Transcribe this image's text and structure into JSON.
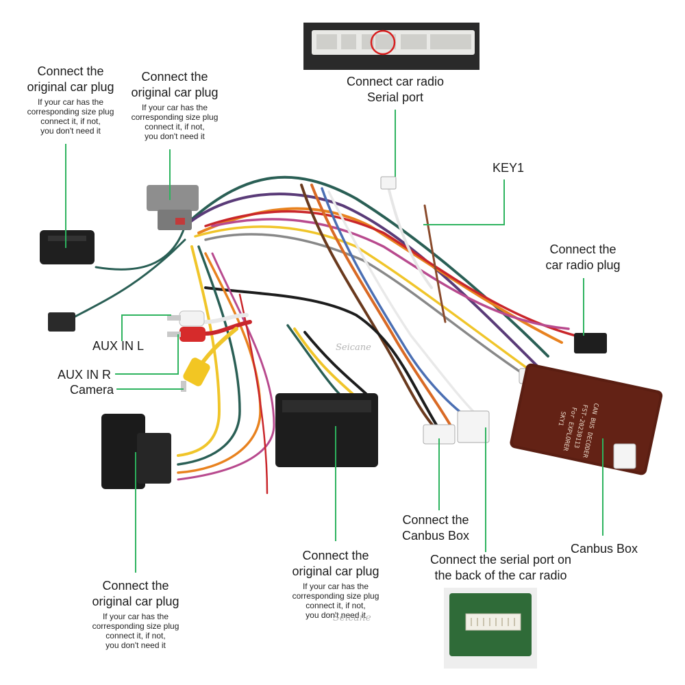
{
  "colors": {
    "callout": "#2db35e",
    "connector": "#222222",
    "canbus_box": "#5a1e12",
    "photo_bg": "#2f6b38"
  },
  "labels": {
    "plug_top_left": {
      "title": [
        "Connect the",
        "original car plug"
      ],
      "note": [
        "If your car has the",
        "corresponding size plug",
        "connect it, if not,",
        "you don't need it"
      ]
    },
    "plug_top_mid": {
      "title": [
        "Connect the",
        "original car plug"
      ],
      "note": [
        "If your car has the",
        "corresponding size plug",
        "connect it, if not,",
        "you don't need it"
      ]
    },
    "serial_port": {
      "title": [
        "Connect car radio",
        "Serial port"
      ]
    },
    "key1": {
      "title": [
        "KEY1"
      ]
    },
    "radio_plug": {
      "title": [
        "Connect the",
        "car radio plug"
      ]
    },
    "aux_l": {
      "title": [
        "AUX IN L"
      ]
    },
    "aux_r": {
      "title": [
        "AUX IN R"
      ]
    },
    "camera": {
      "title": [
        "Camera"
      ]
    },
    "plug_bottom_left": {
      "title": [
        "Connect the",
        "original car plug"
      ],
      "note": [
        "If your car has the",
        "corresponding size plug",
        "connect it, if not,",
        "you don't need it"
      ]
    },
    "plug_bottom_mid": {
      "title": [
        "Connect the",
        "original car plug"
      ],
      "note": [
        "If your car has the",
        "corresponding size plug",
        "connect it, if not,",
        "you don't need it"
      ]
    },
    "canbus_connect": {
      "title": [
        "Connect the",
        "Canbus Box"
      ]
    },
    "serial_back": {
      "title": [
        "Connect the serial port on",
        "the back of the car radio"
      ]
    },
    "canbus_box": {
      "title": [
        "Canbus Box"
      ]
    }
  },
  "box_print": [
    "CAN BUS DECODER",
    "FST-20230113",
    "For EXPLORER",
    "SKY1"
  ],
  "watermark": "Seicane"
}
